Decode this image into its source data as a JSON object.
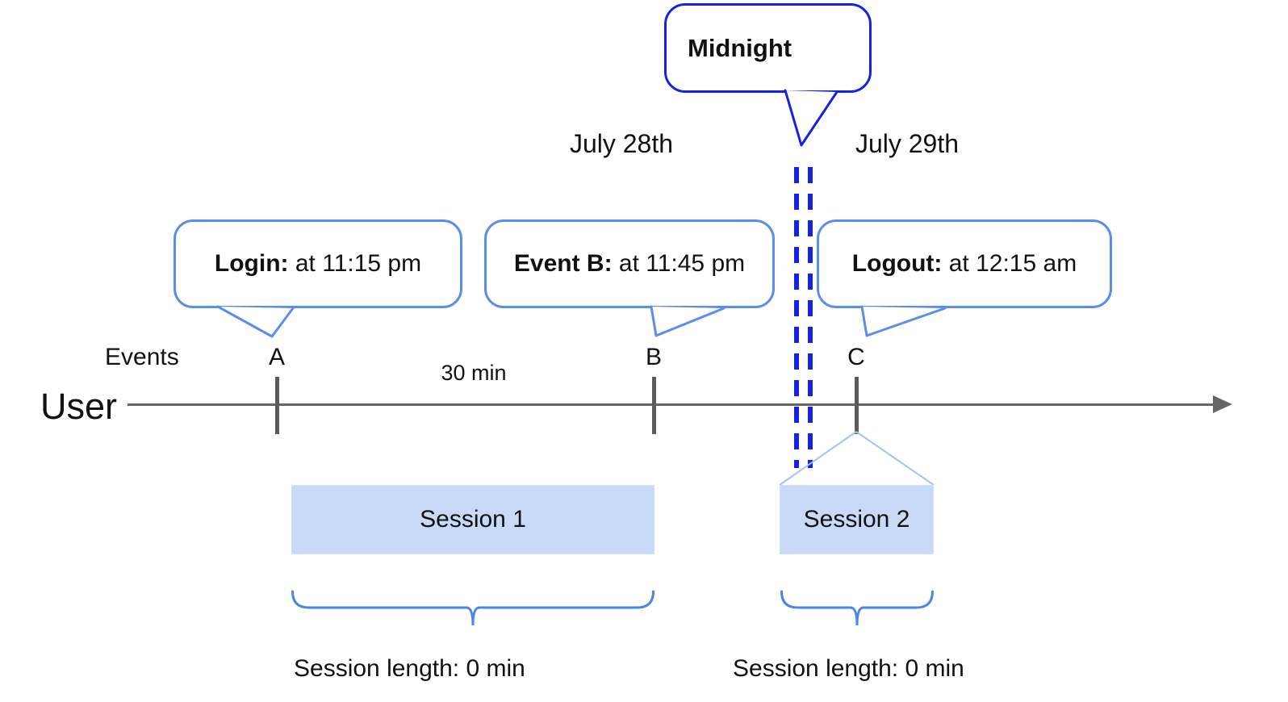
{
  "diagram": {
    "midnight_callout": {
      "label": "Midnight"
    },
    "dates": {
      "left": "July 28th",
      "right": "July 29th"
    },
    "callouts": {
      "login": {
        "title": "Login:",
        "text": "at 11:15 pm"
      },
      "event_b": {
        "title": "Event B:",
        "text": "at 11:45 pm"
      },
      "logout": {
        "title": "Logout:",
        "text": "at 12:15 am"
      }
    },
    "timeline": {
      "events_label": "Events",
      "user_label": "User",
      "interval_label": "30 min",
      "markers": [
        "A",
        "B",
        "C"
      ]
    },
    "sessions": [
      {
        "label": "Session 1",
        "length_label": "Session length: 0 min"
      },
      {
        "label": "Session 2",
        "length_label": "Session length: 0 min"
      }
    ],
    "colors": {
      "strong_blue": "#1721e6",
      "callout_blue": "#5b8def",
      "brace_blue": "#4a86e8",
      "connector_blue": "#a4c2f4",
      "session_fill": "#c9daf8",
      "axis_gray": "#666666"
    }
  }
}
